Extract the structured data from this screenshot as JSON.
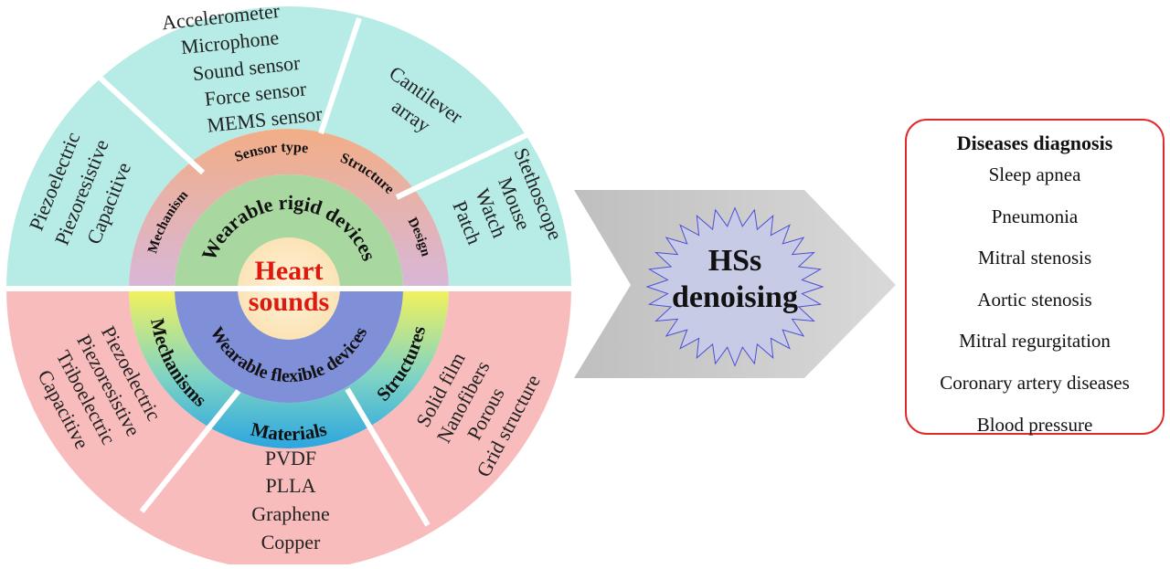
{
  "center": {
    "line1": "Heart",
    "line2": "sounds"
  },
  "rigid": {
    "title": "Wearable rigid devices",
    "categories": {
      "mechanism": {
        "label": "Mechanism",
        "items": [
          "Piezoelectric",
          "Piezoresistive",
          "Capacitive"
        ]
      },
      "sensor_type": {
        "label": "Sensor type",
        "items": [
          "Accelerometer",
          "Microphone",
          "Sound sensor",
          "Force sensor",
          "MEMS sensor"
        ]
      },
      "structure": {
        "label": "Structure",
        "items": [
          "Cantilever",
          "array"
        ]
      },
      "design": {
        "label": "Design",
        "items": [
          "Stethoscope",
          "Mouse",
          "Watch",
          "Patch"
        ]
      }
    }
  },
  "flexible": {
    "title": "Wearable flexible devices",
    "categories": {
      "mechanisms": {
        "label": "Mechanisms",
        "items": [
          "Piezoelectric",
          "Piezoresistive",
          "Triboelectric",
          "Capacitive"
        ]
      },
      "materials": {
        "label": "Materials",
        "items": [
          "PVDF",
          "PLLA",
          "Graphene",
          "Copper"
        ]
      },
      "structures": {
        "label": "Structures",
        "items": [
          "Solid film",
          "Nanofibers",
          "Porous",
          "Grid structure"
        ]
      }
    }
  },
  "process": {
    "line1": "HSs",
    "line2": "denoising"
  },
  "diagnosis": {
    "title": "Diseases diagnosis",
    "items": [
      "Sleep apnea",
      "Pneumonia",
      "Mitral stenosis",
      "Aortic stenosis",
      "Mitral regurgitation",
      "Coronary artery diseases",
      "Blood pressure"
    ]
  },
  "colors": {
    "rigid_outer": "#b6ebe6",
    "flexible_outer": "#f8bcbc",
    "rigid_mid_left": "#c8b8e0",
    "rigid_mid_top": "#f0b79a",
    "rigid_mid_right": "#c8b8e0",
    "flexible_mid": "#3ab0e0",
    "flexible_mid_accent": "#f5f25a",
    "rigid_inner": "#a8d8a0",
    "flexible_inner": "#7f8fd8",
    "center": "#fde9c4",
    "center_text": "#e0190f",
    "arrow": "#c9c9c9",
    "star": "#c8cbe6",
    "diagnosis_border": "#e02a2a"
  }
}
